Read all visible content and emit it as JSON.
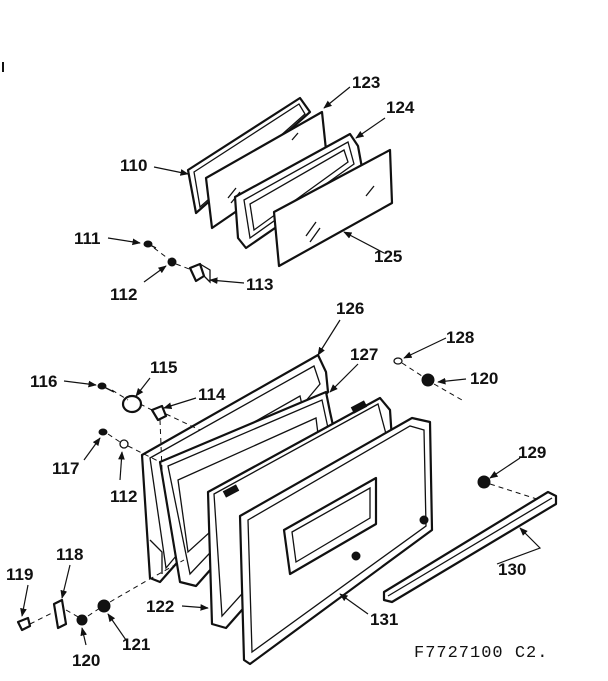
{
  "diagram": {
    "part_labels": {
      "p110": "110",
      "p111": "111",
      "p112_top": "112",
      "p113": "113",
      "p123": "123",
      "p124": "124",
      "p125": "125",
      "p126": "126",
      "p127": "127",
      "p128": "128",
      "p120_right": "120",
      "p129": "129",
      "p130": "130",
      "p131": "131",
      "p116": "116",
      "p115": "115",
      "p114": "114",
      "p117": "117",
      "p112_left": "112",
      "p118": "118",
      "p119": "119",
      "p120_bottom": "120",
      "p121": "121",
      "p122": "122"
    },
    "drawing_code": "F7727100 C2."
  }
}
